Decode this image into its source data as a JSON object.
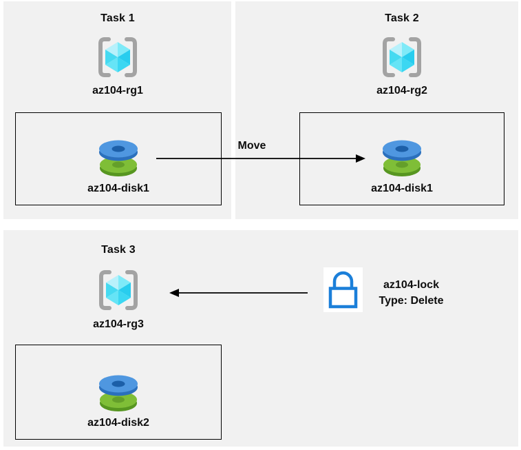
{
  "diagram": {
    "tasks": [
      {
        "title": "Task 1",
        "resource_group": "az104-rg1",
        "disk": "az104-disk1"
      },
      {
        "title": "Task 2",
        "resource_group": "az104-rg2",
        "disk": "az104-disk1"
      },
      {
        "title": "Task 3",
        "resource_group": "az104-rg3",
        "disk": "az104-disk2"
      }
    ],
    "move_arrow": {
      "label": "Move"
    },
    "lock": {
      "name": "az104-lock",
      "type_line": "Type: Delete"
    }
  },
  "icons": {
    "resource_group": "resource-group-icon",
    "disk": "managed-disk-icon",
    "lock": "lock-icon",
    "arrow_right": "arrow-right-icon",
    "arrow_left": "arrow-left-icon"
  },
  "colors": {
    "panel_background": "#f1f1f1",
    "box_border": "#000000",
    "text": "#0d0d0d",
    "bracket_gray": "#a3a3a3",
    "cube_cyan_light": "#b8f1fb",
    "cube_cyan_dark": "#28cdee",
    "disk_blue": "#4f97e0",
    "disk_blue_dark": "#2b70bd",
    "disk_green": "#7fbe37",
    "disk_green_dark": "#579621",
    "lock_blue": "#1b7fd9"
  }
}
